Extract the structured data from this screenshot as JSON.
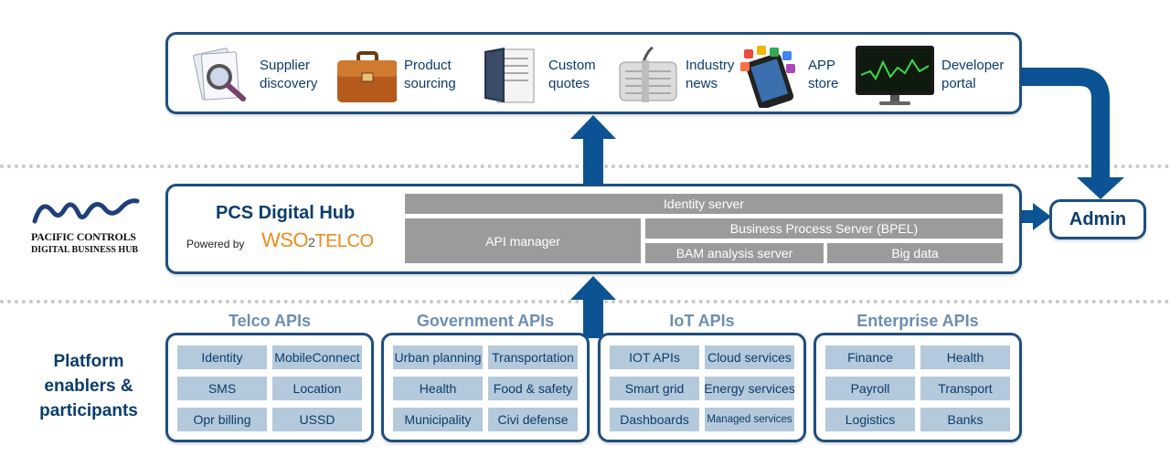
{
  "top_apps": [
    {
      "label": "Supplier\ndiscovery",
      "icon": "magnifier-document-icon"
    },
    {
      "label": "Product\nsourcing",
      "icon": "briefcase-icon"
    },
    {
      "label": "Custom\nquotes",
      "icon": "binder-icon"
    },
    {
      "label": "Industry\nnews",
      "icon": "newspaper-icon"
    },
    {
      "label": "APP\nstore",
      "icon": "smartphone-apps-icon"
    },
    {
      "label": "Developer\nportal",
      "icon": "monitor-chart-icon"
    }
  ],
  "hub": {
    "title": "PCS Digital Hub",
    "powered_by": "Powered by",
    "brand_wso": "WSO",
    "brand_2": "2",
    "brand_telco": "TELCO",
    "identity_server": "Identity server",
    "api_manager": "API manager",
    "bps": "Business Process Server (BPEL)",
    "bam": "BAM analysis server",
    "big_data": "Big data"
  },
  "admin_label": "Admin",
  "logo": {
    "line1": "PACIFIC CONTROLS",
    "line2": "DIGITAL BUSINESS HUB"
  },
  "platform_label": "Platform\nenablers &\nparticipants",
  "api_groups": [
    {
      "title": "Telco APIs",
      "cells": [
        "Identity",
        "MobileConnect",
        "SMS",
        "Location",
        "Opr billing",
        "USSD"
      ]
    },
    {
      "title": "Government APIs",
      "cells": [
        "Urban planning",
        "Transportation",
        "Health",
        "Food & safety",
        "Municipality",
        "Civi defense"
      ]
    },
    {
      "title": "IoT APIs",
      "cells": [
        "IOT APIs",
        "Cloud services",
        "Smart grid",
        "Energy services",
        "Dashboards",
        "Managed services"
      ]
    },
    {
      "title": "Enterprise APIs",
      "cells": [
        "Finance",
        "Health",
        "Payroll",
        "Transport",
        "Logistics",
        "Banks"
      ]
    }
  ],
  "colors": {
    "navy": "#1f4f80",
    "arrow": "#0c5394",
    "gray": "#9b9b9b",
    "cell": "#b4c9db",
    "group_title": "#6b8fb5",
    "brand_orange": "#f08a1c"
  }
}
